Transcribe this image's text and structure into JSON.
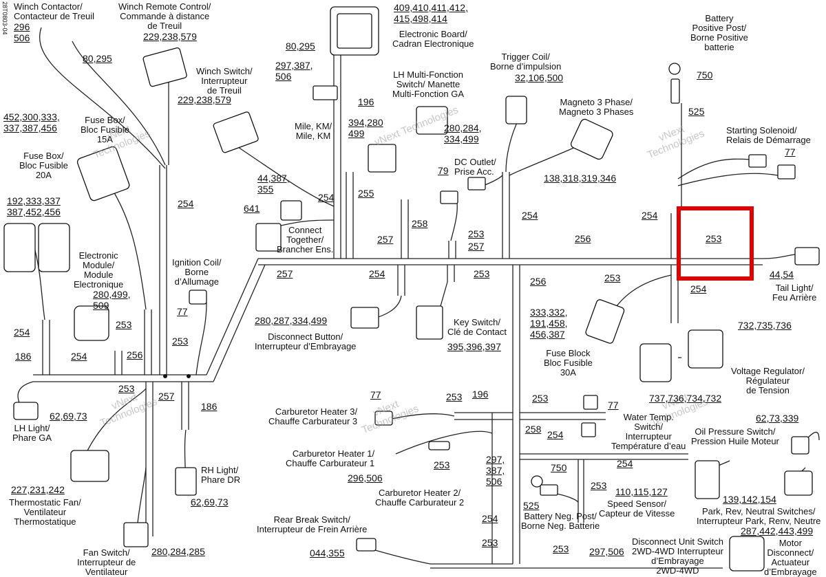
{
  "doc_code": "28T0803-04",
  "watermark": {
    "line1": "vNext",
    "line2": "Technologies",
    "short": "vNext Technologies"
  },
  "highlight": {
    "color": "#e00000",
    "label": "253"
  },
  "components": {
    "winch_contactor": {
      "en": "Winch Contactor/",
      "fr": "Contacteur de Treuil",
      "num1": "296",
      "num2": "506"
    },
    "winch_remote": {
      "l1": "Winch Remote Control/",
      "l2": "Commande à distance",
      "l3": "de Treuil",
      "num": "229,238,579"
    },
    "electronic_board": {
      "nums1": "409,410,411,412,",
      "nums2": "415,498,414",
      "l1": "Electronic Board/",
      "l2": "Cadran Electronique"
    },
    "battery_pos": {
      "l1": "Battery",
      "l2": "Positive Post/",
      "l3": "Borne Positive",
      "l4": "batterie",
      "num": "750"
    },
    "winch_switch": {
      "l1": "Winch Switch/",
      "l2": "Interrupteur",
      "l3": "de Treuil",
      "num": "229,238,579"
    },
    "mile_km": {
      "n1": "80,295",
      "n2": "297,387,",
      "n3": "506",
      "n4": "196",
      "l1": "Mile, KM/",
      "l2": "Mile, KM"
    },
    "lh_multi": {
      "l1": "LH Multi-Fonction",
      "l2": "Switch/ Manette",
      "l3": "Multi-Fonction GA",
      "n1": "394,280",
      "n2": "499",
      "n3": "280,284,",
      "n4": "334,499"
    },
    "trigger_coil": {
      "l1": "Trigger Coil/",
      "l2": "Borne d’impulsion",
      "num": "32,106,500"
    },
    "magneto": {
      "l1": "Magneto 3 Phase/",
      "l2": "Magneto 3 Phases",
      "num": "138,318,319,346"
    },
    "starting_solenoid": {
      "l1": "Starting Solenoid/",
      "l2": "Relais de Démarrage",
      "num": "77",
      "num525": "525"
    },
    "fuse_15": {
      "l1": "Fuse Box/",
      "l2": "Bloc Fusible",
      "l3": "15A",
      "n1": "452,300,333,",
      "n2": "337,387,456"
    },
    "fuse_20": {
      "l1": "Fuse Box/",
      "l2": "Bloc Fusible",
      "l3": "20A",
      "n1": "192,333,337",
      "n2": "387,452,456"
    },
    "dc_outlet": {
      "l1": "DC Outlet/",
      "l2": "Prise Acc.",
      "num": "79"
    },
    "connect_together": {
      "l1": "Connect",
      "l2": "Together/",
      "l3": "Brancher Ens.",
      "n1": "44,387,",
      "n2": "355",
      "n3": "641"
    },
    "electronic_module": {
      "l1": "Electronic",
      "l2": "Module/",
      "l3": "Module",
      "l4": "Electronique",
      "n1": "280,499,",
      "n2": "509"
    },
    "ignition_coil": {
      "l1": "Ignition Coil/",
      "l2": "Borne",
      "l3": "d’Allumage",
      "num": "77"
    },
    "disconnect_button": {
      "l1": "Disconnect Button/",
      "l2": "Interrupteur d’Embrayage",
      "num": "280,287,334,499"
    },
    "key_switch": {
      "l1": "Key Switch/",
      "l2": "Clé de Contact",
      "num": "395,396,397"
    },
    "fuse_block_30": {
      "l1": "Fuse Block",
      "l2": "Bloc Fusible",
      "l3": "30A",
      "n1": "333,332,",
      "n2": "191,458,",
      "n3": "456,387"
    },
    "voltage_regulator": {
      "l1": "Voltage Regulator/",
      "l2": "Régulateur",
      "l3": "de Tension",
      "n1": "732,735,736",
      "n2": "737,736,734,732"
    },
    "tail_light": {
      "l1": "Tail Light/",
      "l2": "Feu Arrière",
      "num": "44,54"
    },
    "lh_light": {
      "l1": "LH Light/",
      "l2": "Phare GA",
      "num": "62,69,73"
    },
    "carb_heater3": {
      "l1": "Carburetor Heater 3/",
      "l2": "Chauffe Carburateur 3",
      "num": "77"
    },
    "carb_heater1": {
      "l1": "Carburetor Heater 1/",
      "l2": "Chauffe Carburateur 1",
      "num": "296,506"
    },
    "carb_heater2": {
      "l1": "Carburetor Heater 2/",
      "l2": "Chauffe Carburateur 2",
      "n1": "297,",
      "n2": "387,",
      "n3": "506"
    },
    "water_temp": {
      "l1": "Water Temp.",
      "l2": "Switch/",
      "l3": "Interrupteur",
      "l4": "Température d’eau",
      "num": "77"
    },
    "oil_pressure": {
      "l1": "Oil Pressure Switch/",
      "l2": "Pression Huile Moteur",
      "num": "62,73,339"
    },
    "thermostatic_fan": {
      "l1": "Thermostatic Fan/",
      "l2": "Ventilateur",
      "l3": "Thermostatique",
      "num": "227,231,242"
    },
    "rh_light": {
      "l1": "RH Light/",
      "l2": "Phare DR",
      "num": "62,69,73"
    },
    "fan_switch": {
      "l1": "Fan Switch/",
      "l2": "Interrupteur de",
      "l3": "Ventilateur",
      "num": "280,284,285"
    },
    "rear_brake": {
      "l1": "Rear Break Switch/",
      "l2": "Interrupteur de Frein Arrière",
      "num": "044,355"
    },
    "battery_neg": {
      "l1": "Battery Neg. Post/",
      "l2": "Borne Neg. Batterie",
      "n1": "750",
      "n2": "525"
    },
    "speed_sensor": {
      "l1": "Speed Sensor/",
      "l2": "Capteur de Vitesse",
      "num": "110,115,127"
    },
    "park_rev": {
      "l1": "Park, Rev, Neutral Switches/",
      "l2": "Interrupteur Park, Renv, Neutre",
      "num": "139,142,154"
    },
    "disconnect_unit": {
      "l1": "Disconnect Unit Switch",
      "l2": "2WD-4WD Interrupteur",
      "l3": "d’Embrayage",
      "l4": "2WD-4WD",
      "num": "297,506"
    },
    "motor_disconnect": {
      "l1": "Motor",
      "l2": "Disconnect/",
      "l3": "Actuateur",
      "l4": "d’Embrayage",
      "num": "287,442,443,499"
    }
  },
  "wire_labels": {
    "w80_295_top": "80,295",
    "w254_a": "254",
    "w254_b": "254",
    "w255": "255",
    "w258": "258",
    "w257_a": "257",
    "w253_a": "253",
    "w257_b": "257",
    "w254_c": "254",
    "w256_a": "256",
    "w254_d": "254",
    "w257_c": "257",
    "w254_e": "254",
    "w253_b": "253",
    "w256_b": "256",
    "w253_c": "253",
    "w254_f": "254",
    "w254_g": "254",
    "w253_d": "253",
    "w186_a": "186",
    "w254_h": "254",
    "w256_c": "256",
    "w253_e": "253",
    "w253_f": "253",
    "w257_d": "257",
    "w186_b": "186",
    "w253_g": "253",
    "w196": "196",
    "w253_h": "253",
    "w258_b": "258",
    "w254_i": "254",
    "w253_i": "253",
    "w254_j": "254",
    "w253_j": "253",
    "w254_k": "254",
    "w253_k": "253",
    "w253_l": "253"
  }
}
